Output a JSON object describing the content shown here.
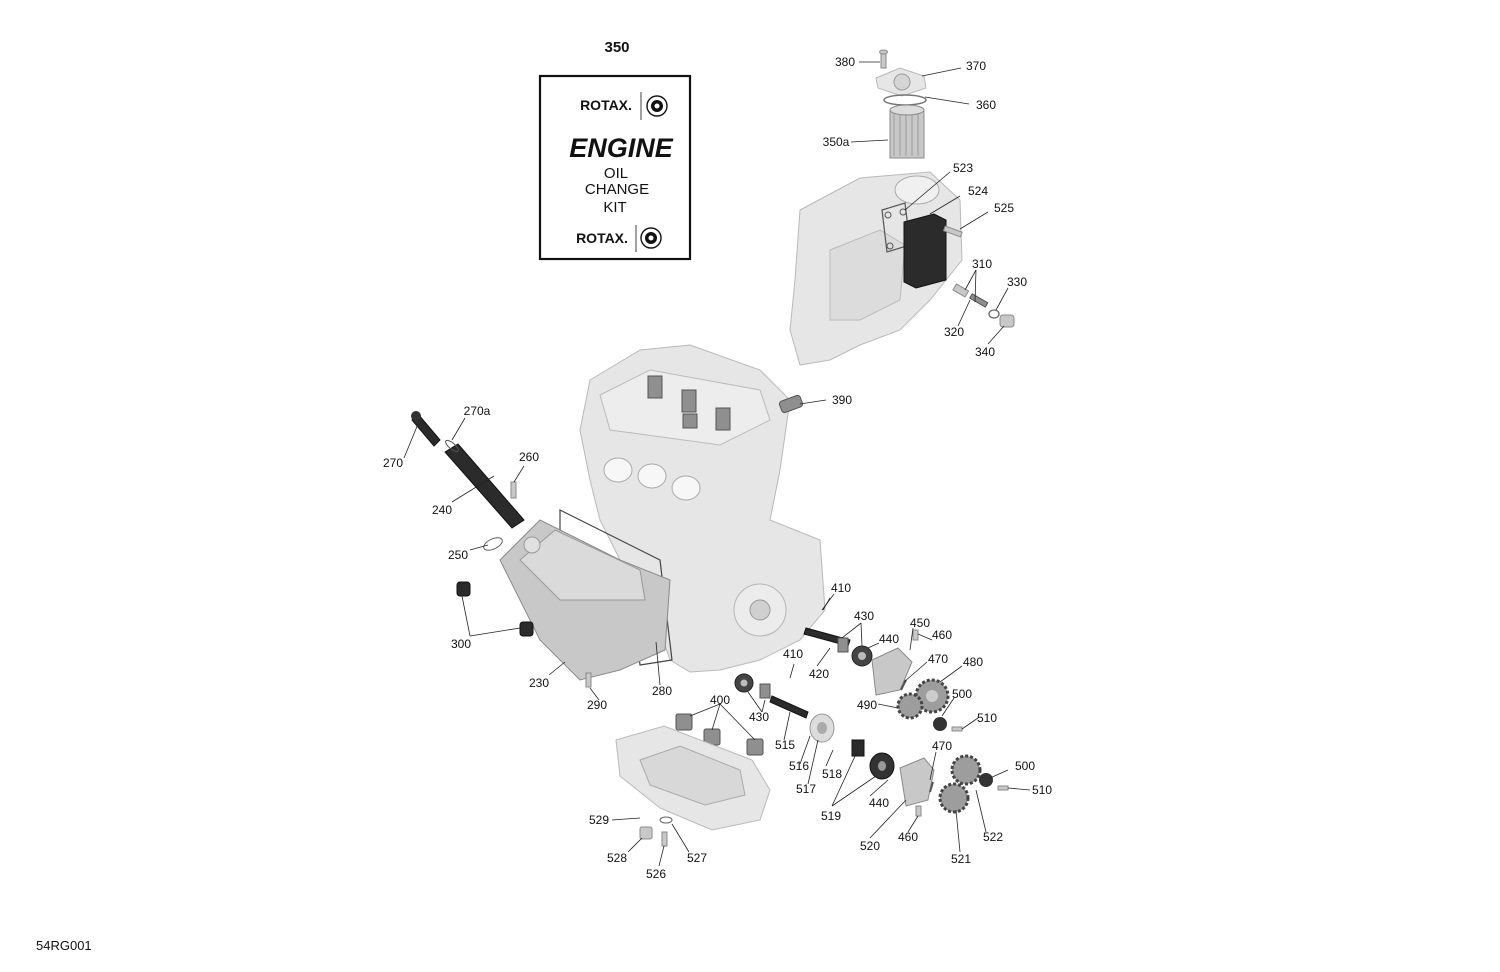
{
  "kit": {
    "number": "350",
    "brand_top": "ROTAX.",
    "title": "ENGINE",
    "line1": "OIL",
    "line2": "CHANGE",
    "line3": "KIT",
    "brand_bottom": "ROTAX."
  },
  "figure_id": "54RG001",
  "callouts": {
    "c380": "380",
    "c370": "370",
    "c360": "360",
    "c350a": "350a",
    "c523": "523",
    "c524": "524",
    "c525": "525",
    "c310": "310",
    "c330": "330",
    "c320": "320",
    "c340": "340",
    "c390": "390",
    "c270a": "270a",
    "c270": "270",
    "c260": "260",
    "c240": "240",
    "c250": "250",
    "c300": "300",
    "c230": "230",
    "c290": "290",
    "c280": "280",
    "c410a": "410",
    "c430a": "430",
    "c440a": "440",
    "c450": "450",
    "c460a": "460",
    "c470a": "470",
    "c480": "480",
    "c420": "420",
    "c410b": "410",
    "c400": "400",
    "c430b": "430",
    "c490": "490",
    "c500a": "500",
    "c510a": "510",
    "c515": "515",
    "c516": "516",
    "c517": "517",
    "c518": "518",
    "c470b": "470",
    "c500b": "500",
    "c510b": "510",
    "c440b": "440",
    "c519": "519",
    "c520": "520",
    "c460b": "460",
    "c521": "521",
    "c522": "522",
    "c529": "529",
    "c528": "528",
    "c526": "526",
    "c527": "527"
  },
  "icons": {
    "brp_logo": "brp-circle-logo-icon"
  }
}
